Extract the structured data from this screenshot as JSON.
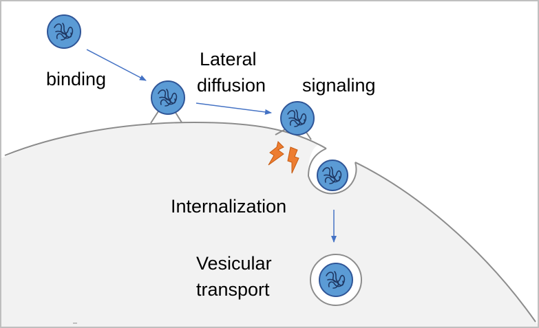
{
  "labels": {
    "binding": "binding",
    "lateral_line1": "Lateral",
    "lateral_line2": "diffusion",
    "signaling": "signaling",
    "internalization": "Internalization",
    "vesicular_line1": "Vesicular",
    "vesicular_line2": "transport"
  },
  "colors": {
    "cell_fill": "#f2f2f2",
    "membrane": "#8c8c8c",
    "particle_fill": "#5b9bd5",
    "particle_stroke": "#2f5597",
    "particle_squiggle": "#1f3864",
    "arrow": "#4472c4",
    "bolt_fill": "#ed7d31",
    "bolt_stroke": "#c55a11",
    "border": "#bfbfbf"
  },
  "icons": {
    "particle": "protein-particle-icon",
    "receptor": "receptor-legs-icon",
    "signal": "lightning-bolt-icon"
  }
}
